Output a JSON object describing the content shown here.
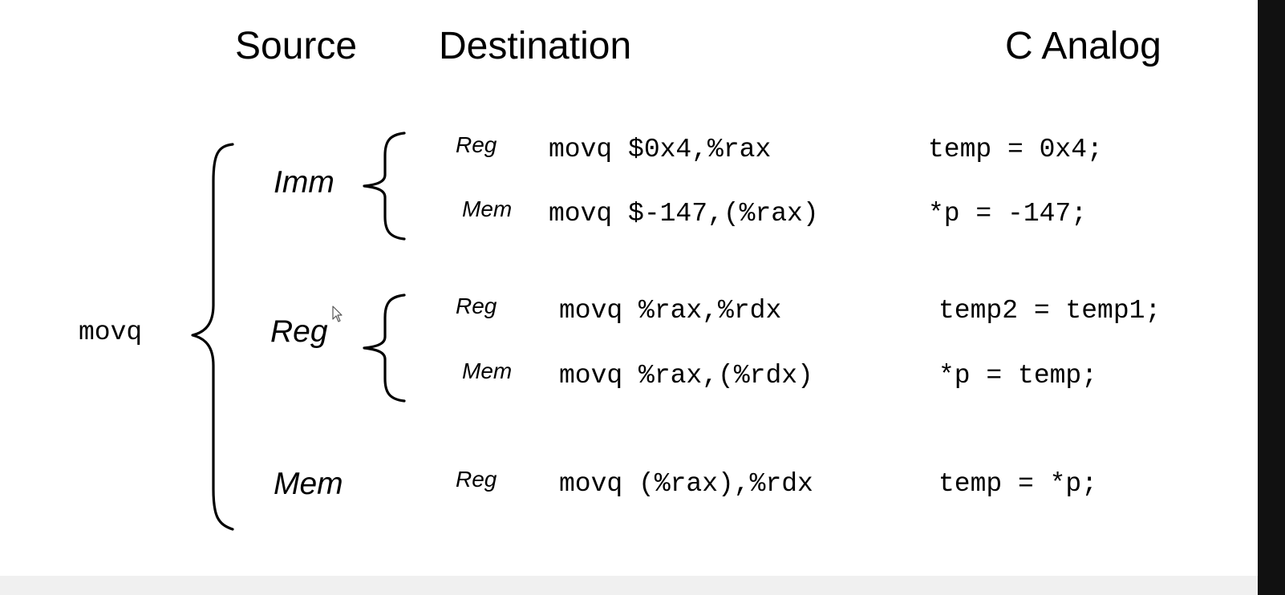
{
  "headers": {
    "source": "Source",
    "destination": "Destination",
    "c_analog": "C Analog"
  },
  "instruction": "movq",
  "groups": [
    {
      "source": "Imm",
      "rows": [
        {
          "dest": "Reg",
          "asm": "movq $0x4,%rax",
          "c": "temp = 0x4;"
        },
        {
          "dest": "Mem",
          "asm": "movq $-147,(%rax)",
          "c": "*p = -147;"
        }
      ]
    },
    {
      "source": "Reg",
      "rows": [
        {
          "dest": "Reg",
          "asm": "movq %rax,%rdx",
          "c": "temp2 = temp1;"
        },
        {
          "dest": "Mem",
          "asm": "movq %rax,(%rdx)",
          "c": "*p = temp;"
        }
      ]
    },
    {
      "source": "Mem",
      "rows": [
        {
          "dest": "Reg",
          "asm": "movq (%rax),%rdx",
          "c": "temp = *p;"
        }
      ]
    }
  ],
  "colors": {
    "ink": "#000000",
    "background": "#ffffff",
    "edge_strip": "#111111",
    "bottom_band": "#f0f0f0"
  },
  "icons": {
    "pointer": "mouse-pointer-icon"
  }
}
